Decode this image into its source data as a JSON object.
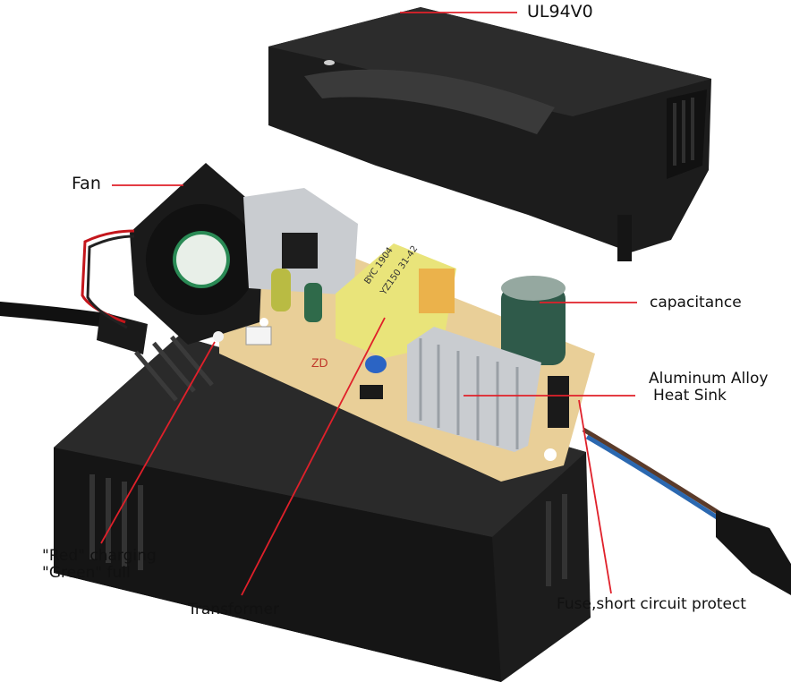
{
  "colors": {
    "leader": "#e0202a",
    "shell": "#1c1c1c",
    "pcb": "#e9cf98",
    "heatsink": "#c9ccd0",
    "transformer": "#e9e47a",
    "capacitor": "#2f5a4a",
    "fan_label": "#1f8a4a"
  },
  "labels": {
    "ul94v0": "UL94V0",
    "fan": "Fan",
    "capacitance": "capacitance",
    "heat_sink_line1": "Aluminum Alloy",
    "heat_sink_line2": "Heat Sink",
    "led_line1": "\"Red\" charging",
    "led_line2": "\"Green\" full",
    "transformer": "Transformer",
    "fuse": "Fuse,short circuit protect"
  },
  "product_marks": {
    "pcb_mark": "ZD",
    "transformer_line1": "BYC 1904",
    "transformer_line2": "YZ150 31-42"
  }
}
